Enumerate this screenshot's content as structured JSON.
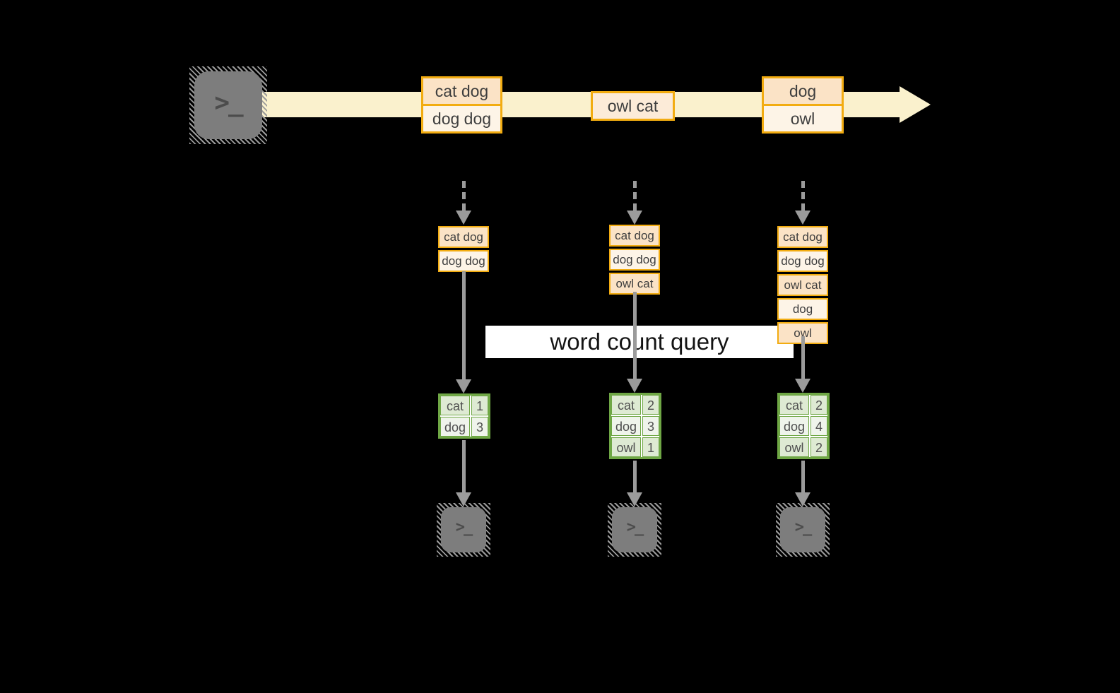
{
  "colors": {
    "background": "#000000",
    "stream_band": "#FAF1CD",
    "box_border": "#F2AC11",
    "box_fill_dark": "#FBE3C6",
    "box_fill_mid": "#FCEBD8",
    "box_fill_light": "#FDF4E7",
    "table_border": "#6FA745",
    "table_fill_dark": "#DEEAD3",
    "table_fill_light": "#EFF4EB",
    "arrow_gray": "#9B9B9B",
    "terminal_gray": "#7D7D7D",
    "banner_bg": "#FFFFFF",
    "text_dark": "#3E3E3E",
    "banner_text": "#141414"
  },
  "icons": {
    "terminal_prompt": ">_"
  },
  "banner": {
    "label": "word count query"
  },
  "stream": {
    "batches": [
      {
        "lines": [
          "cat dog",
          "dog dog"
        ]
      },
      {
        "lines": [
          "owl cat"
        ]
      },
      {
        "lines": [
          "dog",
          "owl"
        ]
      }
    ]
  },
  "columns": [
    {
      "buffer": [
        "cat dog",
        "dog dog"
      ],
      "counts": [
        {
          "word": "cat",
          "count": "1"
        },
        {
          "word": "dog",
          "count": "3"
        }
      ]
    },
    {
      "buffer": [
        "cat dog",
        "dog dog",
        "owl cat"
      ],
      "counts": [
        {
          "word": "cat",
          "count": "2"
        },
        {
          "word": "dog",
          "count": "3"
        },
        {
          "word": "owl",
          "count": "1"
        }
      ]
    },
    {
      "buffer": [
        "cat dog",
        "dog dog",
        "owl cat",
        "dog",
        "owl"
      ],
      "counts": [
        {
          "word": "cat",
          "count": "2"
        },
        {
          "word": "dog",
          "count": "4"
        },
        {
          "word": "owl",
          "count": "2"
        }
      ]
    }
  ]
}
